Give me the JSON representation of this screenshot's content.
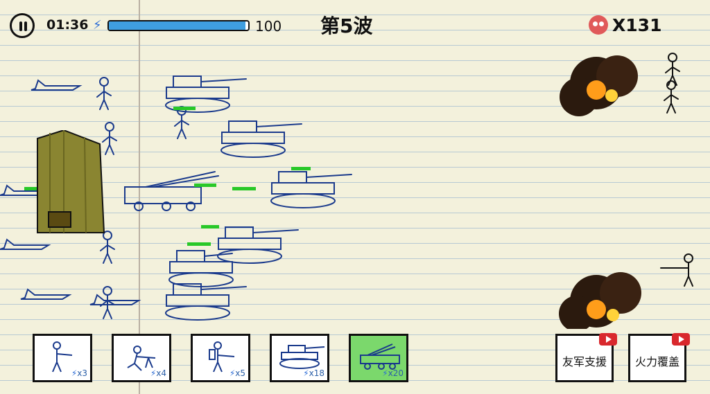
{
  "hud": {
    "timer": "01:36",
    "energy_max": "100",
    "energy_fraction": 0.98,
    "wave": "第5波",
    "kills": "X131"
  },
  "cards": [
    {
      "name": "rifleman",
      "cost": "x3"
    },
    {
      "name": "machine-gunner",
      "cost": "x4"
    },
    {
      "name": "flamethrower",
      "cost": "x5"
    },
    {
      "name": "tank",
      "cost": "x18"
    },
    {
      "name": "rocket-launcher",
      "cost": "x20"
    }
  ],
  "support": {
    "allied_support": "友军支援",
    "fire_cover": "火力覆盖"
  },
  "colors": {
    "ink": "#1a3a8c",
    "health": "#28c828",
    "energy": "#3f9ee0",
    "selected_card": "#7bd86c",
    "skull": "#e05a5a"
  }
}
